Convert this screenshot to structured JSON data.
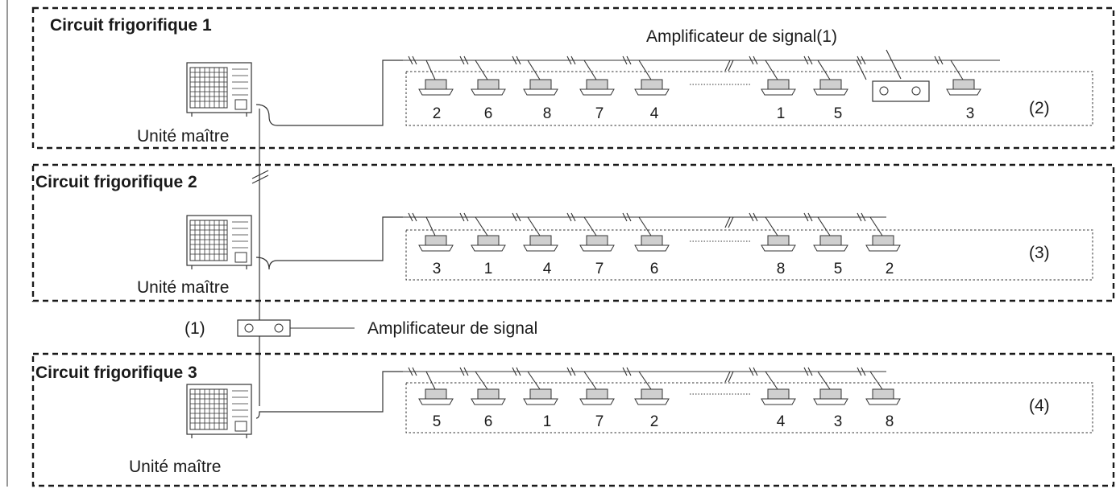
{
  "circuits": [
    {
      "title": "Circuit frigorifique 1",
      "outdoor_label": "Unité maître",
      "indoor_numbers": [
        "2",
        "6",
        "8",
        "7",
        "4",
        "1",
        "5",
        "3"
      ],
      "group_ref": "(2)",
      "amplifier_callout": "Amplificateur de signal(1)"
    },
    {
      "title": "Circuit frigorifique 2",
      "outdoor_label": "Unité maître",
      "indoor_numbers": [
        "3",
        "1",
        "4",
        "7",
        "6",
        "8",
        "5",
        "2"
      ],
      "group_ref": "(3)"
    },
    {
      "title": "Circuit frigorifique 3",
      "outdoor_label": "Unité maître",
      "indoor_numbers": [
        "5",
        "6",
        "1",
        "7",
        "2",
        "4",
        "3",
        "8"
      ],
      "group_ref": "(4)"
    }
  ],
  "amplifier": {
    "ref": "(1)",
    "label": "Amplificateur de signal"
  }
}
